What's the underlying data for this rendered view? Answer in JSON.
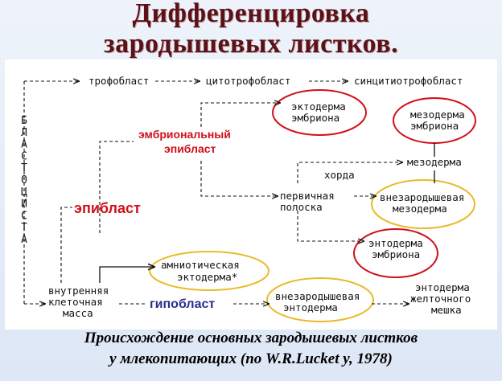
{
  "title": {
    "line1": "Дифференцировка",
    "line2": "зародышевых листков."
  },
  "vertical_label": [
    "Б",
    "Л",
    "А",
    "С",
    "Т",
    "О",
    "Ц",
    "И",
    "С",
    "Т",
    "А"
  ],
  "nodes": {
    "trophoblast": "трофобласт",
    "cytotrophoblast": "цитотрофобласт",
    "syncytiotrophoblast": "синцитиотрофобласт",
    "embryonic_ectoderm": [
      "эктодерма",
      "эмбриона"
    ],
    "embryonic_mesoderm": [
      "мезодерма",
      "эмбриона"
    ],
    "embryonic_epiblast": [
      "эмбриональный",
      "эпибласт"
    ],
    "mesoderm": "мезодерма",
    "notochord": "хорда",
    "primitive_streak": [
      "первичная",
      "полоска"
    ],
    "extraembryonic_mesoderm": [
      "внезародышевая",
      "мезодерма"
    ],
    "epiblast": "эпибласт",
    "embryonic_endoderm": [
      "энтодерма",
      "эмбриона"
    ],
    "amniotic_ectoderm": [
      "амниотическая",
      "эктодерма*"
    ],
    "inner_cell_mass": [
      "внутренняя",
      "клеточная",
      "масса"
    ],
    "hypoblast": "гипобласт",
    "extraembryonic_endoderm": [
      "внезародышевая",
      "энтодерма"
    ],
    "yolk_sac_endoderm": [
      "энтодерма",
      "желточного",
      "мешка"
    ]
  },
  "caption": {
    "line1": "Происхождение основных зародышевых листков",
    "line2": "у млекопитающих (по W.R.Lucket y, 1978)"
  },
  "colors": {
    "red_ellipse": "#d0101a",
    "yellow_ellipse": "#e8bb2a",
    "red_text": "#d0101a",
    "blue_text": "#2a2e8c"
  }
}
